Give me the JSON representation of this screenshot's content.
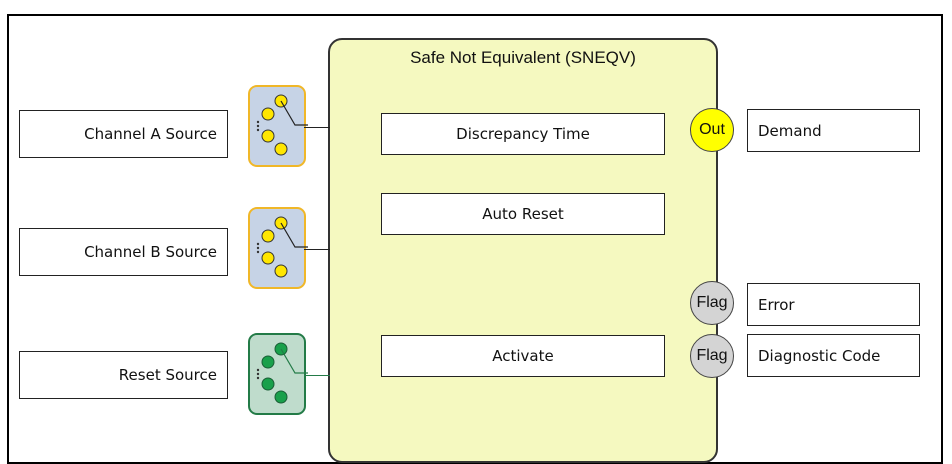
{
  "diagram": {
    "title": "Safe Not Equivalent (SNEQV)",
    "sources": [
      {
        "label": "Channel A Source",
        "connector": "yellow"
      },
      {
        "label": "Channel B Source",
        "connector": "yellow"
      },
      {
        "label": "Reset Source",
        "connector": "green"
      }
    ],
    "parameters": [
      {
        "label": "Discrepancy Time"
      },
      {
        "label": "Auto Reset"
      },
      {
        "label": "Activate"
      }
    ],
    "outputs": [
      {
        "badge": "Out",
        "label": "Demand"
      },
      {
        "badge": "Flag",
        "label": "Error"
      },
      {
        "badge": "Flag",
        "label": "Diagnostic Code"
      }
    ],
    "colors": {
      "block_fill": "#f5f9c0",
      "yellow_connector_border": "#f0b728",
      "green_connector": "#237b47",
      "out_badge": "#ffff00",
      "flag_badge": "#d4d4d4"
    }
  }
}
